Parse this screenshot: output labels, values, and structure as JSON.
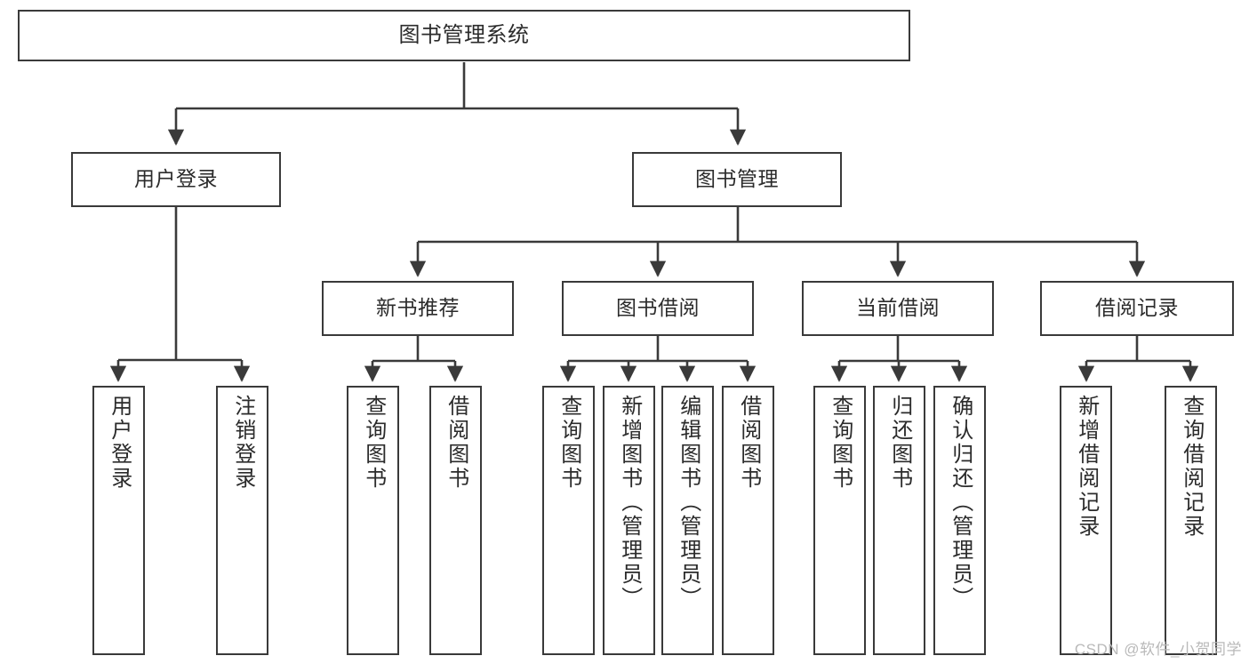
{
  "diagram": {
    "title": "图书管理系统",
    "type": "tree",
    "colors": {
      "border": "#3a3a3a",
      "text": "#2b2b2b",
      "background": "#ffffff",
      "edge": "#3a3a3a",
      "watermark": "#b9b9b9"
    },
    "levels": {
      "root": {
        "label": "图书管理系统"
      },
      "level2": [
        {
          "label": "用户登录"
        },
        {
          "label": "图书管理"
        }
      ],
      "level3": [
        {
          "label": "新书推荐"
        },
        {
          "label": "图书借阅"
        },
        {
          "label": "当前借阅"
        },
        {
          "label": "借阅记录"
        }
      ],
      "leaves": {
        "user_login": [
          {
            "label": "用户登录"
          },
          {
            "label": "注销登录"
          }
        ],
        "new_book_recommend": [
          {
            "label": "查询图书"
          },
          {
            "label": "借阅图书"
          }
        ],
        "book_borrow": [
          {
            "label": "查询图书"
          },
          {
            "label": "新增图书（管理员）"
          },
          {
            "label": "编辑图书（管理员）"
          },
          {
            "label": "借阅图书"
          }
        ],
        "current_borrow": [
          {
            "label": "查询图书"
          },
          {
            "label": "归还图书"
          },
          {
            "label": "确认归还（管理员）"
          }
        ],
        "borrow_record": [
          {
            "label": "新增借阅记录"
          },
          {
            "label": "查询借阅记录"
          }
        ]
      }
    },
    "watermark": "CSDN @软件_小贺同学"
  }
}
